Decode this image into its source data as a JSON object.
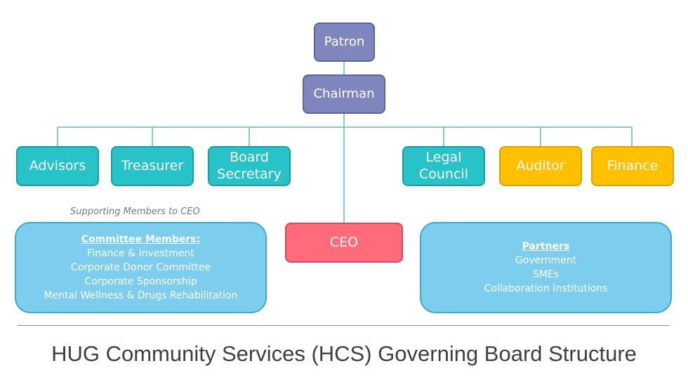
{
  "nodes": {
    "patron": "Patron",
    "chairman": "Chairman",
    "advisors": "Advisors",
    "treasurer": "Treasurer",
    "board_secretary": "Board Secretary",
    "legal_council": "Legal Council",
    "auditor": "Auditor",
    "finance": "Finance",
    "ceo": "CEO"
  },
  "supporting_caption": "Supporting Members to CEO",
  "committee": {
    "heading": "Committee Members:",
    "items": [
      "Finance & Investment",
      "Corporate Donor Committee",
      "Corporate Sponsorship",
      "Mental Wellness & Drugs Rehabilitation"
    ]
  },
  "partners": {
    "heading": "Partners",
    "items": [
      "Government",
      "SMEs",
      "Collaboration Institutions"
    ]
  },
  "title": "HUG Community Services (HCS) Governing Board Structure",
  "colors": {
    "executive": "#7f86bd",
    "board": "#27c3c9",
    "audit": "#ffc000",
    "ceo": "#ff6b7a",
    "panel": "#7dcdee",
    "connector": "#5fb8c8"
  }
}
